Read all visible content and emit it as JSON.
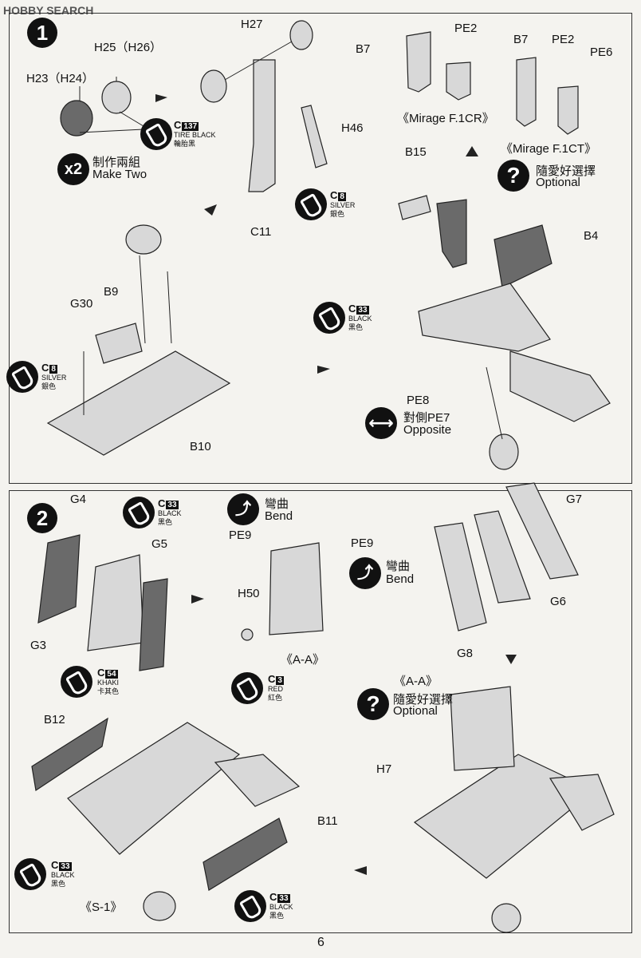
{
  "header": {
    "watermark": "HOBBY SEARCH"
  },
  "page_number": "6",
  "step1": {
    "number": "1",
    "labels": {
      "h27": "H27",
      "h25": "H25（H26）",
      "h23": "H23（H24）",
      "h46": "H46",
      "c11": "C11",
      "b7a": "B7",
      "pe2a": "PE2",
      "b7b": "B7",
      "pe2b": "PE2",
      "pe6": "PE6",
      "mirage_cr": "《Mirage F.1CR》",
      "mirage_ct": "《Mirage F.1CT》",
      "b15": "B15",
      "b4": "B4",
      "b9": "B9",
      "g30": "G30",
      "b10": "B10",
      "pe8": "PE8"
    },
    "make_two": {
      "mult": "x2",
      "zh": "制作兩組",
      "en": "Make Two"
    },
    "optional": {
      "zh": "隨愛好選擇",
      "en": "Optional"
    },
    "opposite": {
      "zh": "對側PE7",
      "en": "Opposite"
    },
    "paints": {
      "tire": {
        "code": "137",
        "name": "TIRE BLACK",
        "zh": "輪胎黑"
      },
      "silver1": {
        "code": "8",
        "name": "SILVER",
        "zh": "銀色"
      },
      "black1": {
        "code": "33",
        "name": "BLACK",
        "zh": "黑色"
      },
      "silver2": {
        "code": "8",
        "name": "SILVER",
        "zh": "銀色"
      }
    }
  },
  "step2": {
    "number": "2",
    "labels": {
      "g4": "G4",
      "g5": "G5",
      "g3": "G3",
      "pe9a": "PE9",
      "pe9b": "PE9",
      "h50": "H50",
      "aa1": "《A-A》",
      "g7": "G7",
      "g6": "G6",
      "g8": "G8",
      "aa2": "《A-A》",
      "b12": "B12",
      "h7": "H7",
      "b11": "B11",
      "s1": "《S-1》"
    },
    "bend1": {
      "zh": "彎曲",
      "en": "Bend"
    },
    "bend2": {
      "zh": "彎曲",
      "en": "Bend"
    },
    "optional": {
      "zh": "隨愛好選擇",
      "en": "Optional"
    },
    "paints": {
      "black_top": {
        "code": "33",
        "name": "BLACK",
        "zh": "黑色"
      },
      "khaki": {
        "code": "54",
        "name": "KHAKI",
        "zh": "卡其色"
      },
      "red": {
        "code": "3",
        "name": "RED",
        "zh": "紅色"
      },
      "black_bl": {
        "code": "33",
        "name": "BLACK",
        "zh": "黑色"
      },
      "black_bm": {
        "code": "33",
        "name": "BLACK",
        "zh": "黑色"
      }
    }
  }
}
